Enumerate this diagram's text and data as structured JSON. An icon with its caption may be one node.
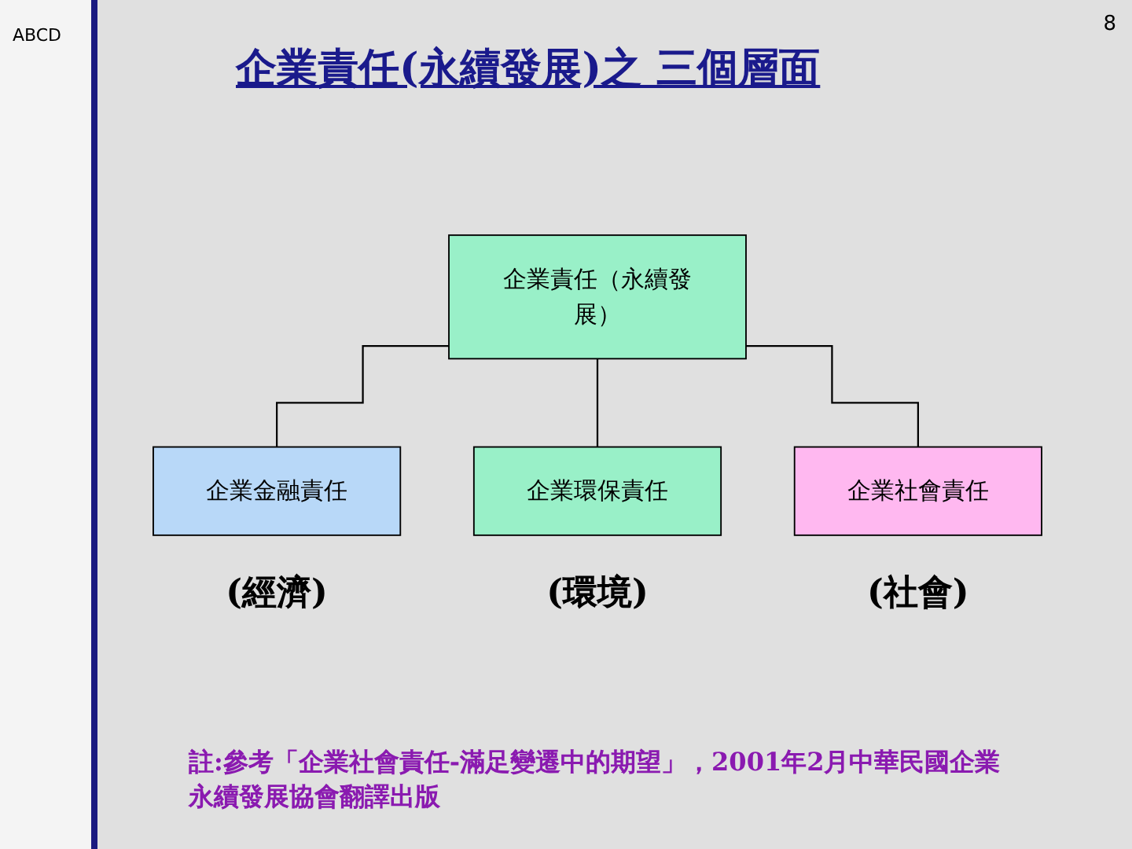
{
  "diagram": {
    "title": "企業責任(永續發展)之 三個層面",
    "nodes": [
      {
        "text": [
          "企業責任（永續發展）"
        ]
      },
      {
        "text": [
          "企業金融責任"
        ],
        "beside": [
          "(經濟)"
        ]
      },
      {
        "text": [
          "企業環保責任"
        ],
        "beside": [
          "(環境)"
        ]
      },
      {
        "text": [
          "企業社會責任"
        ],
        "beside": [
          "(社會)"
        ]
      }
    ],
    "edges": [
      {
        "from": 0,
        "to": 1,
        "arrow": "none"
      },
      {
        "from": 0,
        "to": 2,
        "arrow": "none"
      },
      {
        "from": 0,
        "to": 3,
        "arrow": "none"
      }
    ],
    "labels": [
      "ABCD",
      "8",
      "註:參考「企業社會責任-滿足變遷中的期望」，2001年2月中華民國企業永續發展協會翻譯出版"
    ]
  }
}
